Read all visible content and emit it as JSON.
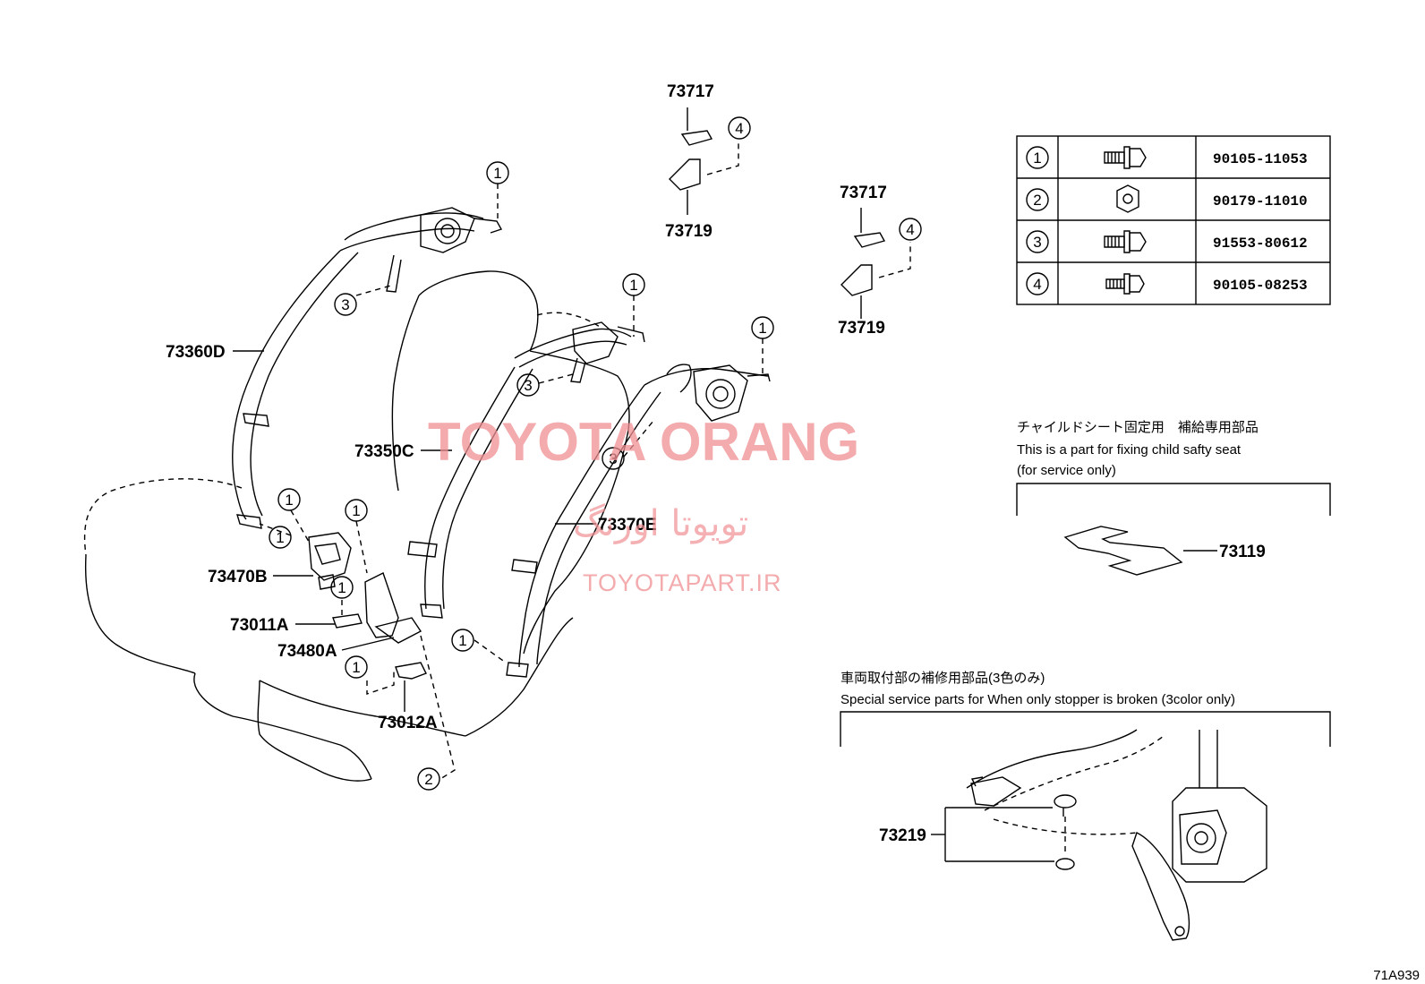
{
  "labels": {
    "p73717a": "73717",
    "p73719a": "73719",
    "p73717b": "73717",
    "p73719b": "73719",
    "p73360d": "73360D",
    "p73350c": "73350C",
    "p73370e": "73370E",
    "p73470b": "73470B",
    "p73011a": "73011A",
    "p73480a": "73480A",
    "p73012a": "73012A",
    "p73119": "73119",
    "p73219": "73219"
  },
  "fastener_table": [
    {
      "callout": "1",
      "part": "90105-11053",
      "icon": "flange-bolt-icon"
    },
    {
      "callout": "2",
      "part": "90179-11010",
      "icon": "nut-icon"
    },
    {
      "callout": "3",
      "part": "91553-80612",
      "icon": "flange-bolt-icon"
    },
    {
      "callout": "4",
      "part": "90105-08253",
      "icon": "flange-bolt-icon"
    }
  ],
  "notes": {
    "child_seat_jp": "チャイルドシート固定用　補給専用部品",
    "child_seat_en1": "This is a part for fixing child safty seat",
    "child_seat_en2": "(for service only)",
    "stopper_jp": "車両取付部の補修用部品(3色のみ)",
    "stopper_en": "Special service parts for When only stopper is broken (3color only)"
  },
  "watermark": {
    "brand": "TOYOTA ORANG",
    "persian": "تویوتا اورنگ",
    "site": "TOYOTAPART.IR"
  },
  "diagram_code": "71A939"
}
